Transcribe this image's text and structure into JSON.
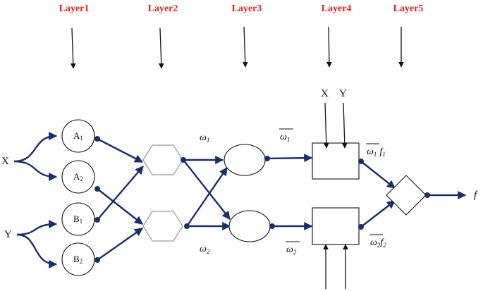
{
  "layers": [
    "Layer1",
    "Layer2",
    "Layer3",
    "Layer4",
    "Layer5"
  ],
  "inputs": {
    "x": "X",
    "y": "Y"
  },
  "layer1_nodes": [
    {
      "main": "A",
      "sub": "1"
    },
    {
      "main": "A",
      "sub": "2"
    },
    {
      "main": "B",
      "sub": "1"
    },
    {
      "main": "B",
      "sub": "2"
    }
  ],
  "layer3_outputs": {
    "w1": {
      "main": "ω",
      "sub": "1"
    },
    "w2": {
      "main": "ω",
      "sub": "2"
    }
  },
  "layer4_inputs": {
    "w1bar": {
      "main": "ω",
      "sub": "1"
    },
    "w2bar": {
      "main": "ω",
      "sub": "2"
    },
    "x": "X",
    "y": "Y"
  },
  "layer4_outputs": {
    "top": {
      "w": "ω",
      "wsub": "1",
      "f": "f",
      "fsub": "1"
    },
    "bottom": {
      "w": "ω",
      "wsub": "2",
      "f": "f",
      "fsub": "2"
    }
  },
  "output": "f"
}
